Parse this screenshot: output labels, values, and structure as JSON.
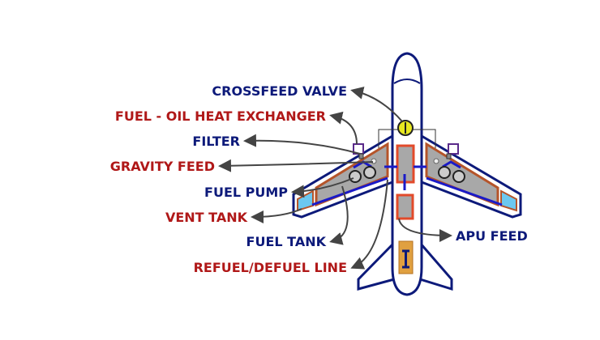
{
  "labels": {
    "crossfeed_valve": "CROSSFEED VALVE",
    "heat_exchanger": "FUEL - OIL HEAT EXCHANGER",
    "filter": "FILTER",
    "gravity_feed": "GRAVITY FEED",
    "fuel_pump": "FUEL PUMP",
    "vent_tank": "VENT TANK",
    "fuel_tank": "FUEL TANK",
    "refuel_line": "REFUEL/DEFUEL LINE",
    "apu_feed": "APU FEED"
  },
  "colors": {
    "navy": "#0d1a7a",
    "red": "#b01818",
    "tank_fill": "#a8a8a8",
    "tank_border": "#b5542a",
    "vent_fill": "#6cc8f0",
    "valve": "#e8e820",
    "apu": "#e0a040"
  }
}
